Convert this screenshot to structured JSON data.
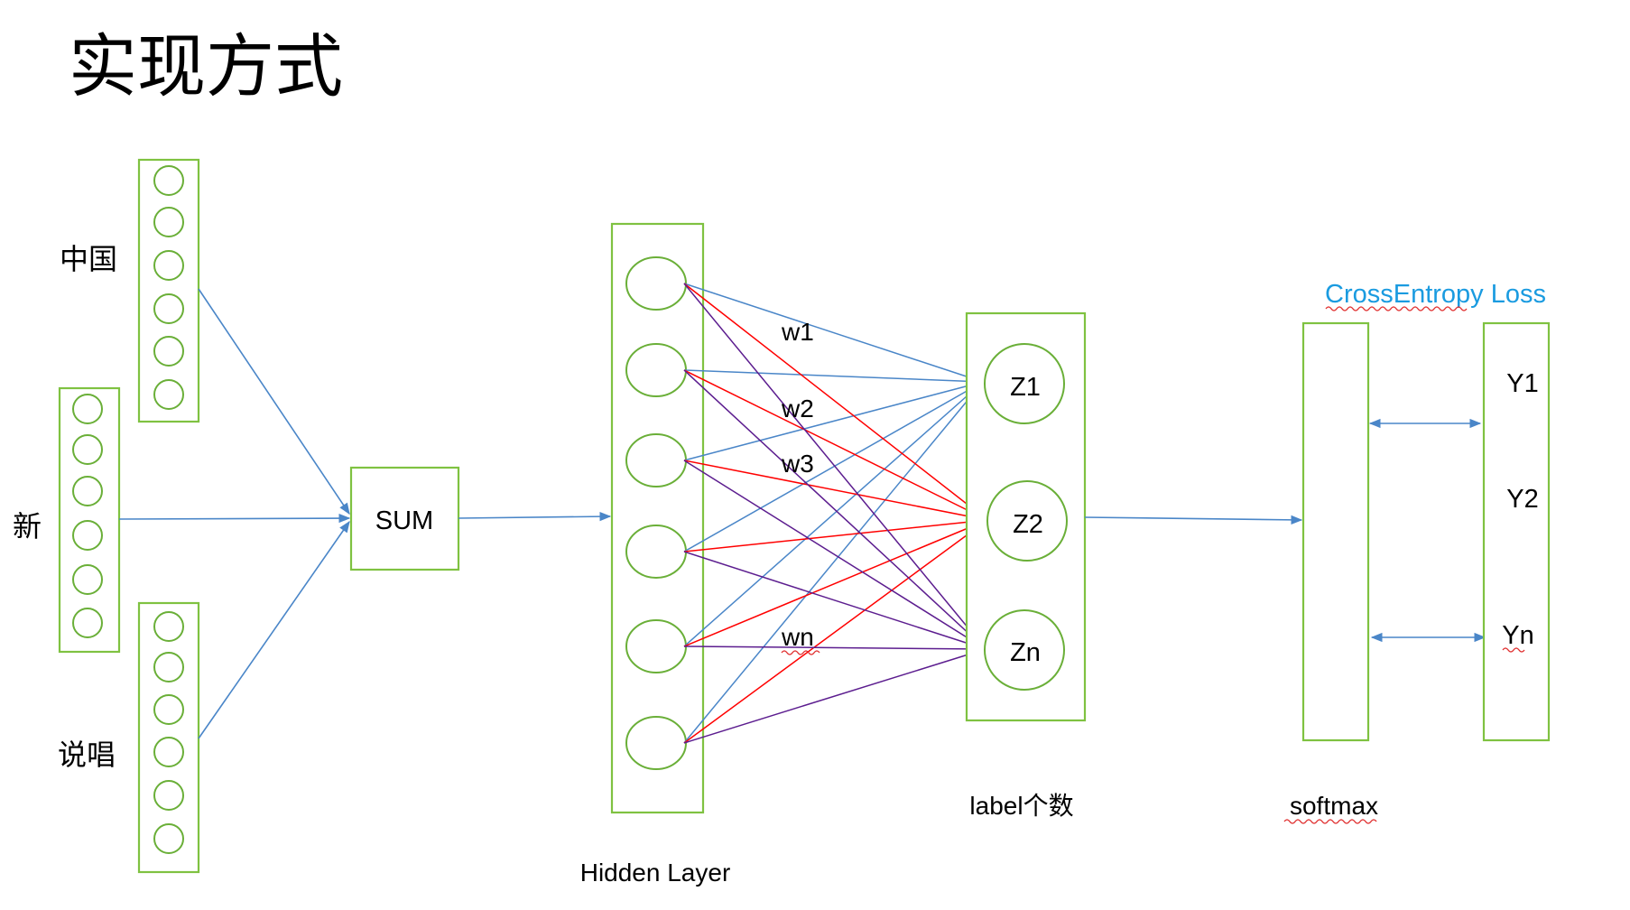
{
  "title": "实现方式",
  "inputs": {
    "word_1": "中国",
    "word_2": "新",
    "word_3": "说唱"
  },
  "sum_label": "SUM",
  "hidden_layer_label": "Hidden Layer",
  "weights": [
    "w1",
    "w2",
    "w3",
    "wn"
  ],
  "outputs": [
    "Z1",
    "Z2",
    "Zn"
  ],
  "output_caption": "label个数",
  "softmax_label": "softmax",
  "loss_label": "CrossEntropy Loss",
  "targets": [
    "Y1",
    "Y2",
    "Yn"
  ],
  "colors": {
    "box": "#7fc241",
    "blue_edge": "#4a86c8",
    "red_edge": "#ff0000",
    "purple_edge": "#5c1d8f",
    "loss_text": "#1a9be0"
  }
}
